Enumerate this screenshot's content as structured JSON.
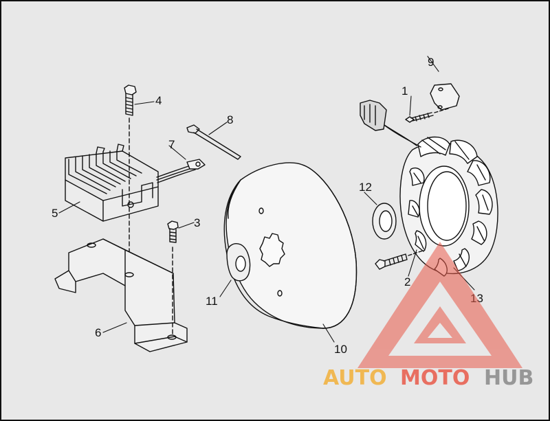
{
  "diagram": {
    "callouts": {
      "c1": "1",
      "c2": "2",
      "c3": "3",
      "c4": "4",
      "c5": "5",
      "c6": "6",
      "c7": "7",
      "c8": "8",
      "c9": "9",
      "c10": "10",
      "c11": "11",
      "c12": "12",
      "c13": "13"
    }
  },
  "watermark": {
    "part_auto": "AUTO",
    "part_moto": "MOTO",
    "part_hub": "HUB",
    "colors": {
      "auto": "#f2b03a",
      "moto": "#e85a4a",
      "hub": "#8a8a8a",
      "logo": "#e85a4a"
    }
  }
}
